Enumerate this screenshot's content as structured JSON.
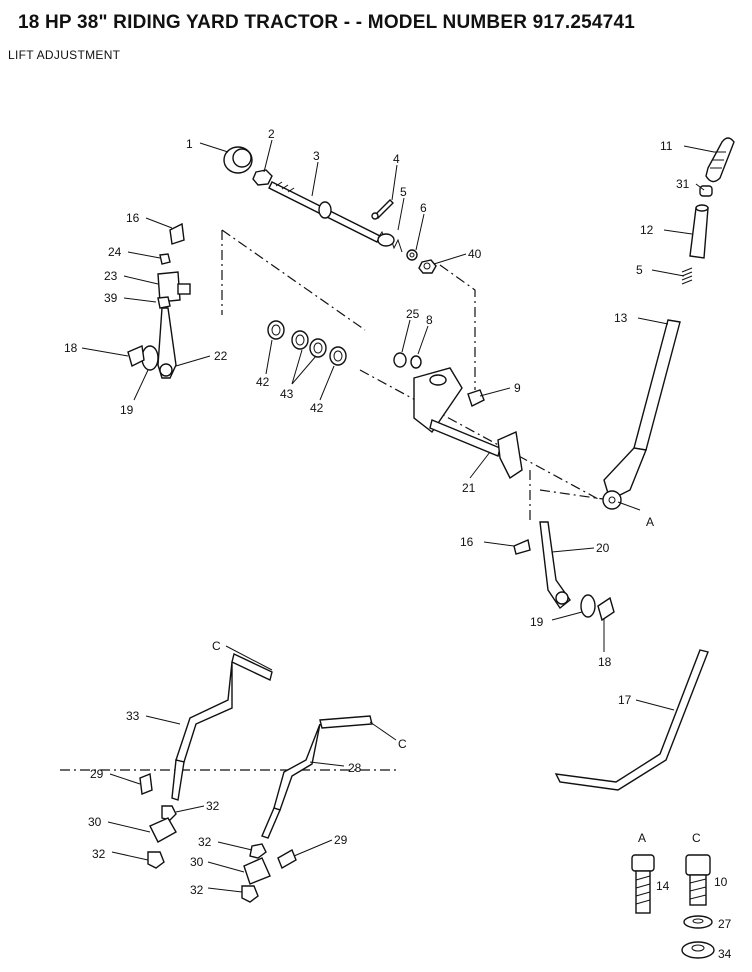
{
  "title": "18 HP 38\" RIDING YARD TRACTOR - - MODEL NUMBER 917.254741",
  "subtitle": "LIFT ADJUSTMENT",
  "callouts": [
    {
      "id": "c1",
      "text": "1"
    },
    {
      "id": "c2",
      "text": "2"
    },
    {
      "id": "c3",
      "text": "3"
    },
    {
      "id": "c4",
      "text": "4"
    },
    {
      "id": "c5a",
      "text": "5"
    },
    {
      "id": "c6",
      "text": "6"
    },
    {
      "id": "c40",
      "text": "40"
    },
    {
      "id": "c11",
      "text": "11"
    },
    {
      "id": "c31",
      "text": "31"
    },
    {
      "id": "c12",
      "text": "12"
    },
    {
      "id": "c5b",
      "text": "5"
    },
    {
      "id": "c13",
      "text": "13"
    },
    {
      "id": "c16a",
      "text": "16"
    },
    {
      "id": "c24",
      "text": "24"
    },
    {
      "id": "c23",
      "text": "23"
    },
    {
      "id": "c39",
      "text": "39"
    },
    {
      "id": "c18a",
      "text": "18"
    },
    {
      "id": "c19a",
      "text": "19"
    },
    {
      "id": "c22",
      "text": "22"
    },
    {
      "id": "c42a",
      "text": "42"
    },
    {
      "id": "c43",
      "text": "43"
    },
    {
      "id": "c42b",
      "text": "42"
    },
    {
      "id": "c25",
      "text": "25"
    },
    {
      "id": "c8",
      "text": "8"
    },
    {
      "id": "c9",
      "text": "9"
    },
    {
      "id": "c21",
      "text": "21"
    },
    {
      "id": "cA1",
      "text": "A"
    },
    {
      "id": "c16b",
      "text": "16"
    },
    {
      "id": "c20",
      "text": "20"
    },
    {
      "id": "c19b",
      "text": "19"
    },
    {
      "id": "c18b",
      "text": "18"
    },
    {
      "id": "cC1",
      "text": "C"
    },
    {
      "id": "c33",
      "text": "33"
    },
    {
      "id": "c17",
      "text": "17"
    },
    {
      "id": "cC2",
      "text": "C"
    },
    {
      "id": "c28",
      "text": "28"
    },
    {
      "id": "c29a",
      "text": "29"
    },
    {
      "id": "c32a",
      "text": "32"
    },
    {
      "id": "c30a",
      "text": "30"
    },
    {
      "id": "c32b",
      "text": "32"
    },
    {
      "id": "c32c",
      "text": "32"
    },
    {
      "id": "c29b",
      "text": "29"
    },
    {
      "id": "c30b",
      "text": "30"
    },
    {
      "id": "c32d",
      "text": "32"
    },
    {
      "id": "cA2",
      "text": "A"
    },
    {
      "id": "cC3",
      "text": "C"
    },
    {
      "id": "c14",
      "text": "14"
    },
    {
      "id": "c10",
      "text": "10"
    },
    {
      "id": "c27",
      "text": "27"
    },
    {
      "id": "c34",
      "text": "34"
    }
  ]
}
